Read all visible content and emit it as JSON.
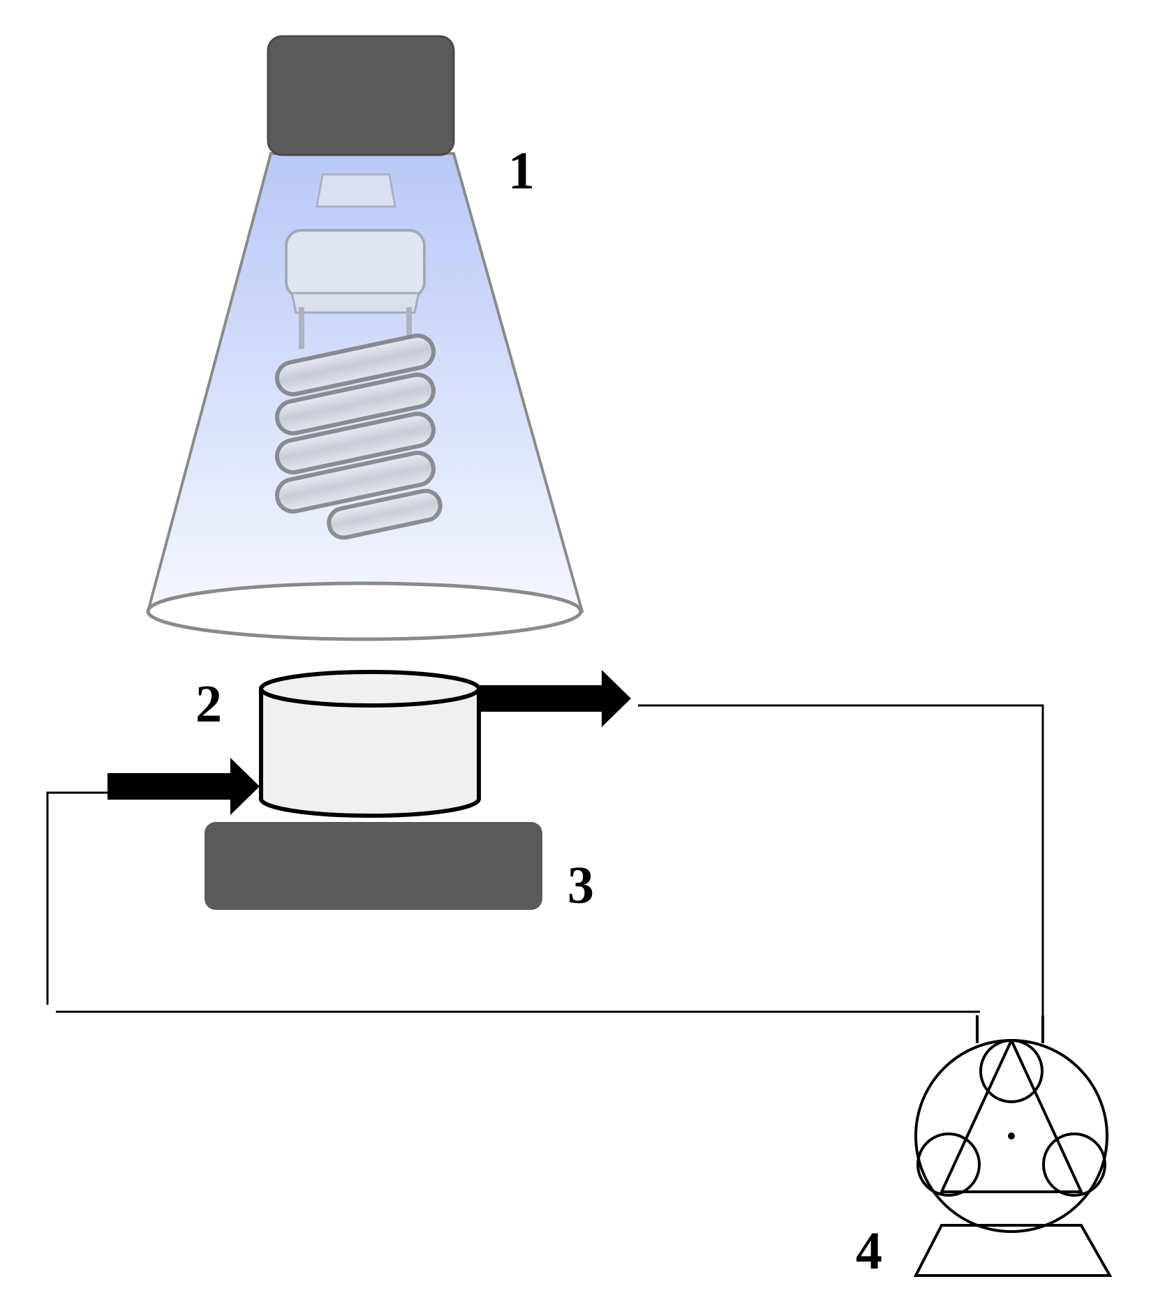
{
  "labels": {
    "lamp": "1",
    "reactor": "2",
    "stirrer": "3",
    "pump": "4"
  },
  "colors": {
    "housing": "#5a5a5a",
    "light_top": "#c9d6fb",
    "light_bottom": "#f4f6fd",
    "bulb_stroke": "#7c7c80",
    "reactor_fill": "#f0f0f0",
    "line": "#000000"
  },
  "icons": {
    "lamp_bulb": "spiral-bulb-icon",
    "pump": "peristaltic-pump-icon",
    "flow_arrow": "arrow-right-icon"
  }
}
